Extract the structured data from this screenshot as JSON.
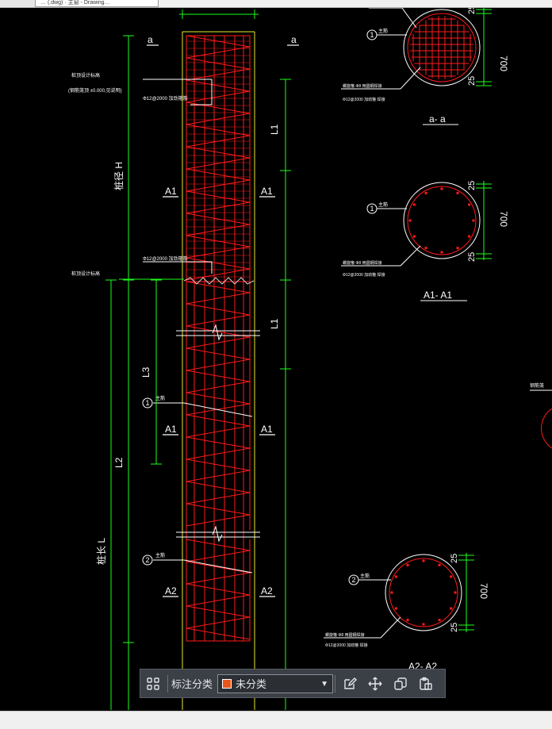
{
  "window": {
    "tab_title": "… (.dwg) · 主窗 - Drawing…"
  },
  "drawing": {
    "section_labels": [
      "a",
      "a",
      "A1",
      "A1",
      "A1",
      "A1",
      "A2",
      "A2"
    ],
    "dim_labels": [
      "L1",
      "L1",
      "L3",
      "L2",
      "桩长 L",
      "桩径 H"
    ],
    "callout_numbers": [
      "1",
      "2",
      "1",
      "1",
      "2"
    ],
    "section_titles": [
      "a- a",
      "A1- A1",
      "A2- A2"
    ],
    "dimension_values": {
      "cover_top": "25",
      "diameter": "700",
      "cover_bottom": "25"
    },
    "annotations": {
      "top_left_1": "桩顶设计标高",
      "top_left_2": "(钢筋笼顶 ±0.000,见说明)",
      "spiral_1": "Φ12@2000 加劲箍筋",
      "spiral_2": "Φ12@2000 加劲箍筋",
      "bar_1": "主筋",
      "bar_2": "主筋",
      "section_note_1": "螺旋箍 Φ8 用圆钢焊接",
      "section_note_2": "Φ12@2000 加劲箍 焊接",
      "right_edge": "钢筋笼"
    }
  },
  "toolbar": {
    "label": "标注分类",
    "selected": "未分类",
    "swatch_color": "#e8561c",
    "icons": [
      "grid-icon",
      "edit-icon",
      "move-icon",
      "copy-icon",
      "paste-icon"
    ]
  },
  "colors": {
    "pile_outline": "#e8e830",
    "rebar": "#ff1a1a",
    "dimension": "#1aff1a",
    "text": "#ffffff",
    "background": "#000000"
  }
}
